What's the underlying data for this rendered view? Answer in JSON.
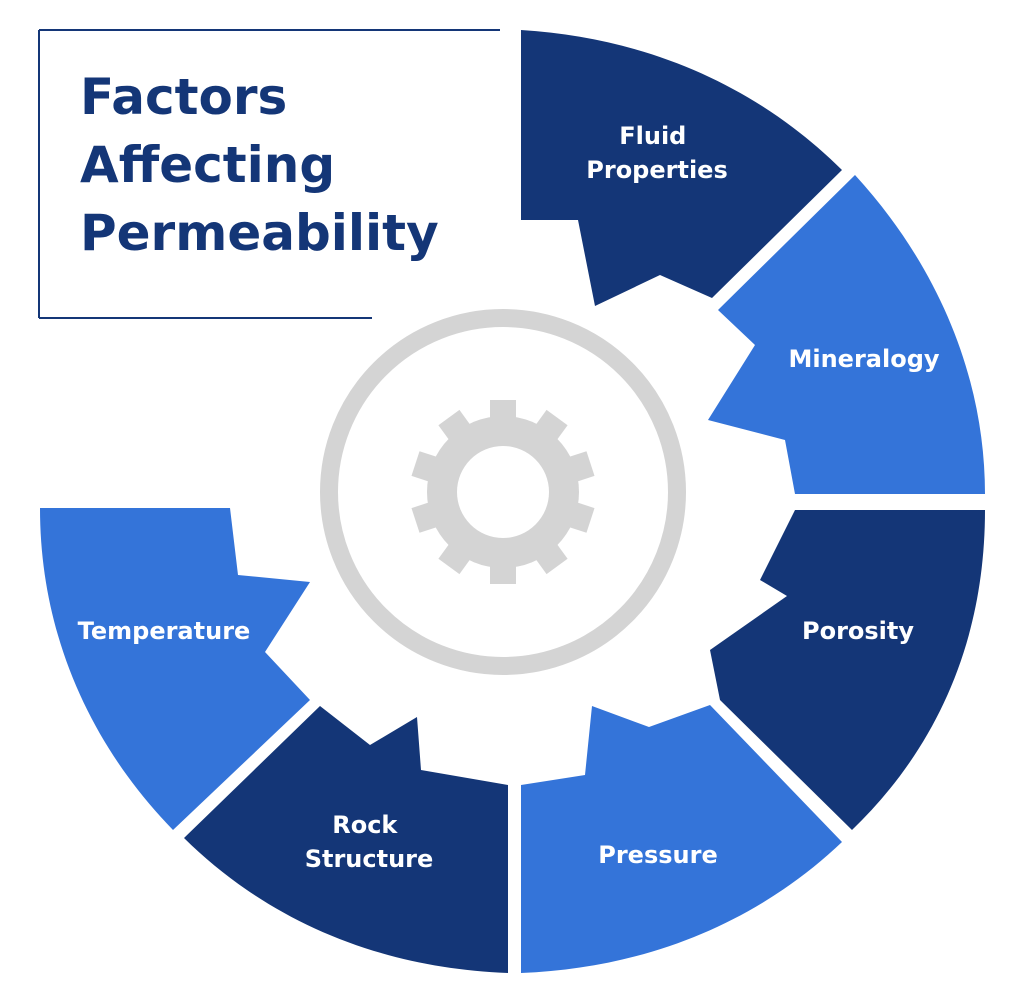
{
  "title": {
    "lines": [
      "Factors",
      "Affecting",
      "Permeability"
    ]
  },
  "colors": {
    "dark_blue": "#143677",
    "light_blue": "#3474d9",
    "gray": "#d4d4d4",
    "title_text": "#143677",
    "label_text": "#ffffff"
  },
  "segments": [
    {
      "id": "fluid-properties",
      "label_lines": [
        "Fluid",
        "Properties"
      ],
      "color": "dark_blue"
    },
    {
      "id": "mineralogy",
      "label_lines": [
        "Mineralogy"
      ],
      "color": "light_blue"
    },
    {
      "id": "porosity",
      "label_lines": [
        "Porosity"
      ],
      "color": "dark_blue"
    },
    {
      "id": "pressure",
      "label_lines": [
        "Pressure"
      ],
      "color": "light_blue"
    },
    {
      "id": "rock-structure",
      "label_lines": [
        "Rock",
        "Structure"
      ],
      "color": "dark_blue"
    },
    {
      "id": "temperature",
      "label_lines": [
        "Temperature"
      ],
      "color": "light_blue"
    }
  ],
  "center_icon": "gear-icon"
}
